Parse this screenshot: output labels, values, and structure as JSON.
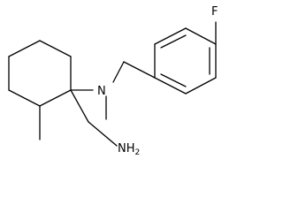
{
  "labels": {
    "nitrogen": "N",
    "fluorine": "F",
    "amine": "NH",
    "amine_subscript": "2"
  }
}
